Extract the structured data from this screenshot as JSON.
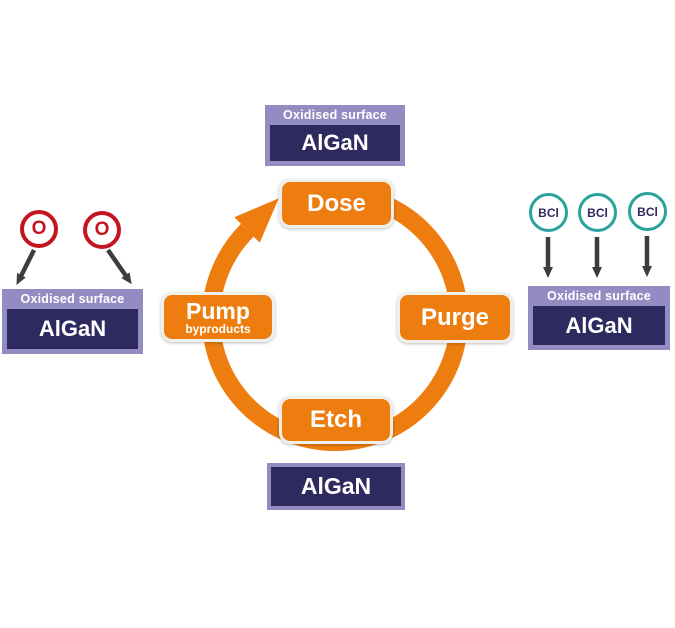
{
  "colors": {
    "white": "#ffffff",
    "orange": "#ee7d0f",
    "navy": "#2e2a60",
    "lavender": "#938cc2",
    "teal": "#28a49d",
    "red": "#c51320",
    "arrow": "#3d3d3d",
    "button_border": "#f1efec"
  },
  "cycle": {
    "steps": [
      {
        "label": "Dose"
      },
      {
        "label": "Purge"
      },
      {
        "label": "Etch"
      },
      {
        "label": "Pump",
        "sublabel": "byproducts"
      }
    ]
  },
  "stacks": {
    "top": {
      "surface": "Oxidised surface",
      "material": "AlGaN"
    },
    "left": {
      "surface": "Oxidised surface",
      "material": "AlGaN"
    },
    "right": {
      "surface": "Oxidised surface",
      "material": "AlGaN"
    },
    "bottom": {
      "material": "AlGaN"
    }
  },
  "particles": {
    "oxygen": {
      "label": "O"
    },
    "bcl": {
      "label": "BCl"
    }
  }
}
